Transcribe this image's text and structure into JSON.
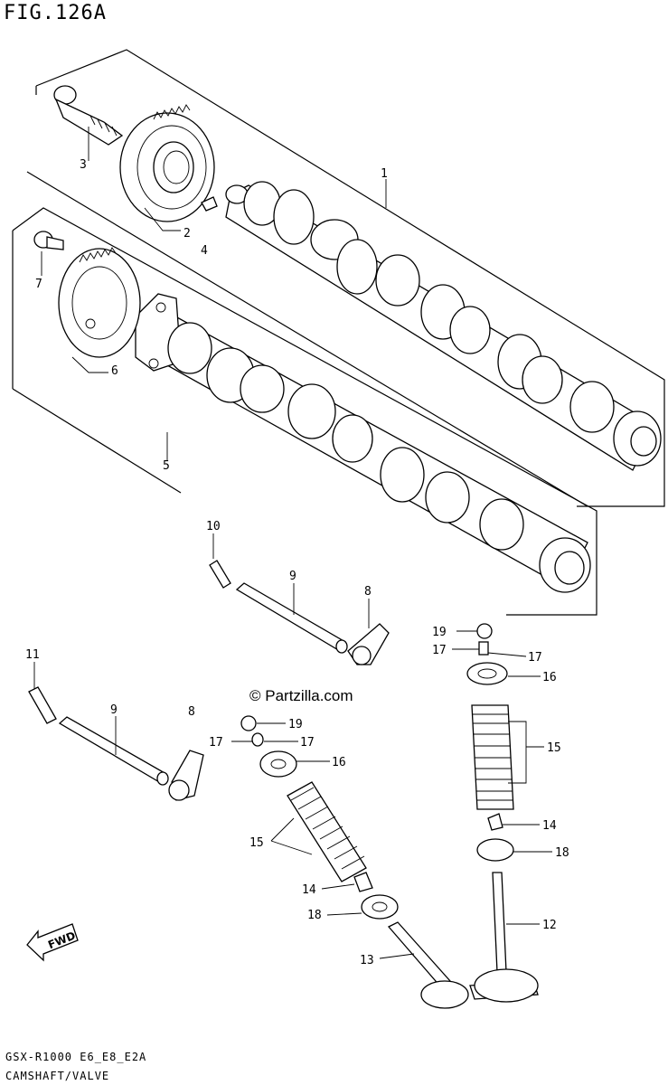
{
  "figure": {
    "title": "FIG.126A",
    "code": "GSX-R1000 E6_E8_E2A",
    "name": "CAMSHAFT/VALVE"
  },
  "watermark": "© Partzilla.com",
  "direction_arrow": "FWD",
  "callouts": [
    {
      "id": "c1",
      "label": "1"
    },
    {
      "id": "c2",
      "label": "2"
    },
    {
      "id": "c3",
      "label": "3"
    },
    {
      "id": "c4",
      "label": "4"
    },
    {
      "id": "c5",
      "label": "5"
    },
    {
      "id": "c6",
      "label": "6"
    },
    {
      "id": "c7",
      "label": "7"
    },
    {
      "id": "c8a",
      "label": "8"
    },
    {
      "id": "c8b",
      "label": "8"
    },
    {
      "id": "c9a",
      "label": "9"
    },
    {
      "id": "c9b",
      "label": "9"
    },
    {
      "id": "c10",
      "label": "10"
    },
    {
      "id": "c11",
      "label": "11"
    },
    {
      "id": "c12",
      "label": "12"
    },
    {
      "id": "c13",
      "label": "13"
    },
    {
      "id": "c14a",
      "label": "14"
    },
    {
      "id": "c14b",
      "label": "14"
    },
    {
      "id": "c15a",
      "label": "15"
    },
    {
      "id": "c15b",
      "label": "15"
    },
    {
      "id": "c16a",
      "label": "16"
    },
    {
      "id": "c16b",
      "label": "16"
    },
    {
      "id": "c17a",
      "label": "17"
    },
    {
      "id": "c17b",
      "label": "17"
    },
    {
      "id": "c17c",
      "label": "17"
    },
    {
      "id": "c17d",
      "label": "17"
    },
    {
      "id": "c18a",
      "label": "18"
    },
    {
      "id": "c18b",
      "label": "18"
    },
    {
      "id": "c19a",
      "label": "19"
    },
    {
      "id": "c19b",
      "label": "19"
    }
  ]
}
